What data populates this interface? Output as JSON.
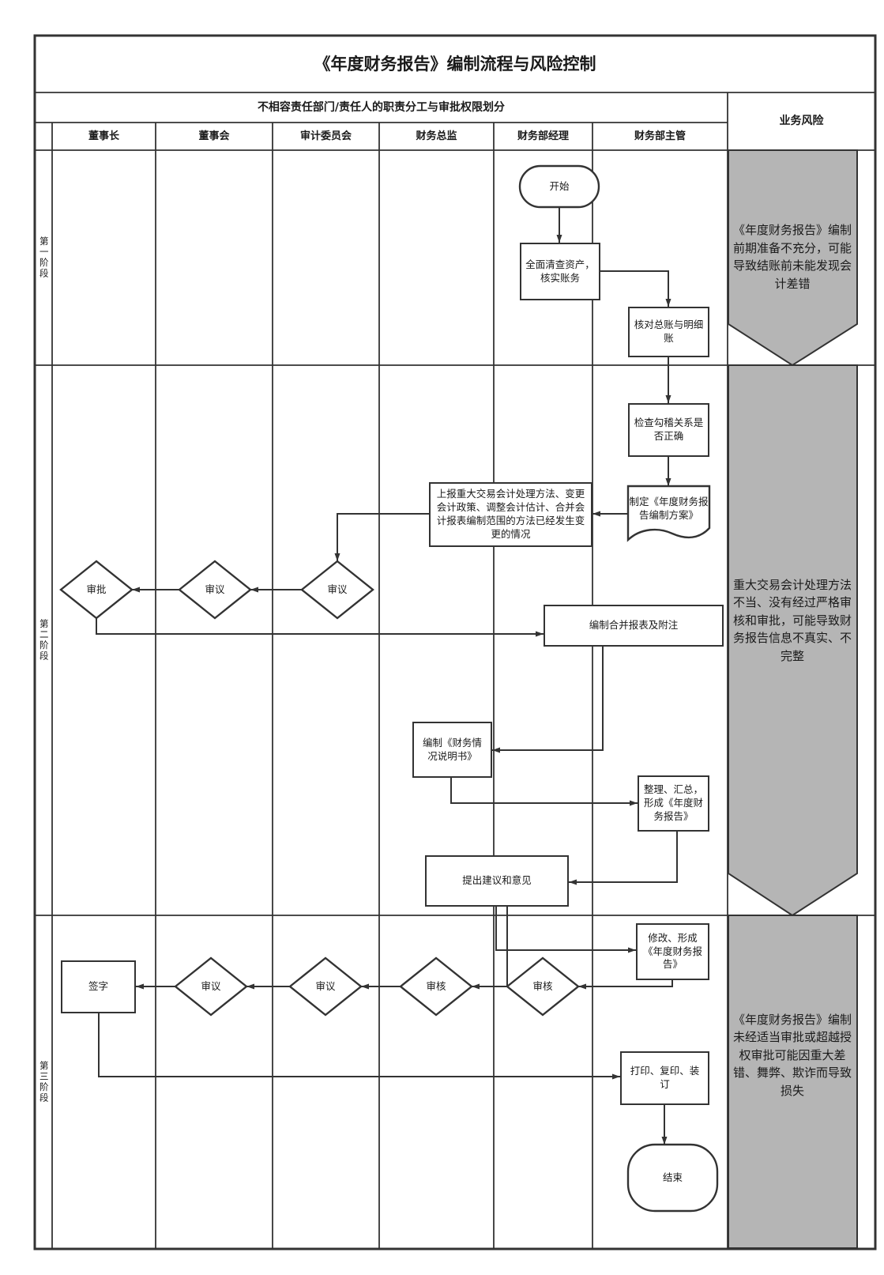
{
  "title": "《年度财务报告》编制流程与风险控制",
  "header": {
    "matrix_title": "不相容责任部门/责任人的职责分工与审批权限划分",
    "risk_column": "业务风险"
  },
  "lanes": [
    "董事长",
    "董事会",
    "审计委员会",
    "财务总监",
    "财务部经理",
    "财务部主管"
  ],
  "phases": [
    "第一阶段",
    "第二阶段",
    "第三阶段"
  ],
  "nodes": {
    "start": "开始",
    "check_assets": "全面清查资产，核实账务",
    "reconcile_ledgers": "核对总账与明细账",
    "check_crosscheck": "检查勾稽关系是否正确",
    "make_plan": "制定《年度财务报告编制方案》",
    "report_changes": "上报重大交易会计处理方法、变更会计政策、调整会计估计、合并会计报表编制范围的方法已经发生变更的情况",
    "review_audit_committee": "审议",
    "review_board": "审议",
    "approve_chairman": "审批",
    "consolidated_statements": "编制合并报表及附注",
    "financial_note": "编制《财务情况说明书》",
    "compile_report": "整理、汇总，形成《年度财务报告》",
    "suggestions": "提出建议和意见",
    "revise_report": "修改、形成《年度财务报告》",
    "review_manager": "审核",
    "review_cfo": "审核",
    "review_audit_committee2": "审议",
    "review_board2": "审议",
    "sign": "签字",
    "print_bind": "打印、复印、装订",
    "end": "结束"
  },
  "risks": [
    "《年度财务报告》编制前期准备不充分，可能导致结账前未能发现会计差错",
    "重大交易会计处理方法不当、没有经过严格审核和审批，可能导致财务报告信息不真实、不完整",
    "《年度财务报告》编制未经适当审批或超越授权审批可能因重大差错、舞弊、欺诈而导致损失"
  ],
  "colors": {
    "risk_fill": "#b5b5b5",
    "line": "#333333",
    "background": "#ffffff"
  }
}
